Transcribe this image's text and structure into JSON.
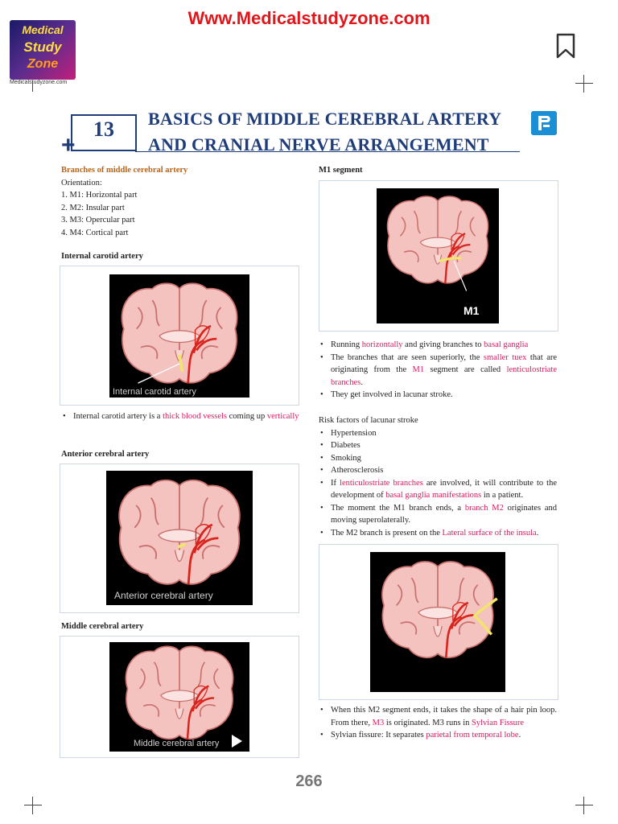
{
  "header": {
    "site_url": "Www.Medicalstudyzone.com",
    "logo_line1": "Medical",
    "logo_line2": "Study",
    "logo_line3": "Zone",
    "logo_caption": "Medicalstudyzone.com",
    "chapter_number": "13",
    "title_line1": "BASICS OF MIDDLE CEREBRAL ARTERY",
    "title_line2": "AND CRANIAL NERVE ARRANGEMENT",
    "page_number": "266"
  },
  "left": {
    "branches_heading": "Branches of middle cerebral artery",
    "orientation_label": "Orientation:",
    "orientation_items": [
      "1.  M1: Horizontal part",
      "2.  M2: Insular part",
      "3.  M3: Opercular part",
      "4.  M4: Cortical part"
    ],
    "ica_heading": "Internal carotid artery",
    "ica_caption": "Internal carotid artery",
    "ica_text_a": "Internal carotid artery is a ",
    "ica_text_hl": "thick blood vessels",
    "ica_text_b": " coming up ",
    "ica_text_hl2": "vertically",
    "aca_heading": "Anterior cerebral artery",
    "aca_caption": "Anterior cerebral artery",
    "mca_heading": "Middle cerebral artery",
    "mca_caption": "Middle cerebral artery"
  },
  "right": {
    "m1_heading": "M1 segment",
    "m1_label": "M1",
    "m1_b1_a": "Running ",
    "m1_b1_hl": "horizontally",
    "m1_b1_b": " and giving branches to ",
    "m1_b1_hl2": "basal ganglia",
    "m1_b2_a": "The branches that are seen superiorly, the ",
    "m1_b2_hl": "smaller tuex",
    "m1_b2_b": " that are originating from the ",
    "m1_b2_hl2": "M1",
    "m1_b2_c": " segment are called ",
    "m1_b2_hl3": "lenticulostriate branches",
    "m1_b2_d": ".",
    "m1_b3": "They get involved in lacunar stroke.",
    "risk_heading": "Risk factors of lacunar stroke",
    "risk_items": [
      "Hypertension",
      "Diabetes",
      "Smoking",
      "Atherosclerosis"
    ],
    "rb5_a": "If ",
    "rb5_hl": "lenticulostriate branches",
    "rb5_b": " are involved, it will contribute to the development of ",
    "rb5_hl2": "basal ganglia manifestations",
    "rb5_c": " in a patient.",
    "rb6_a": "The moment the M1 branch ends, a ",
    "rb6_hl": "branch M2",
    "rb6_b": " originates and moving superolaterally.",
    "rb7_a": "The M2 branch is present on the ",
    "rb7_hl": "Lateral surface of the insula",
    "rb7_b": ".",
    "m2_b1_a": "When this M2 segment ends, it takes the shape of a hair pin loop. From there, ",
    "m2_b1_hl": "M3",
    "m2_b1_b": " is originated. M3 runs in ",
    "m2_b1_hl2": "Sylvian Fissure",
    "m2_b2_a": "Sylvian fissure: It separates ",
    "m2_b2_hl": "parietal from temporal lobe",
    "m2_b2_b": "."
  },
  "colors": {
    "accent_red": "#e0161b",
    "title_blue": "#1f3d7a",
    "highlight_pink": "#d81b60",
    "heading_orange": "#b5651d"
  }
}
